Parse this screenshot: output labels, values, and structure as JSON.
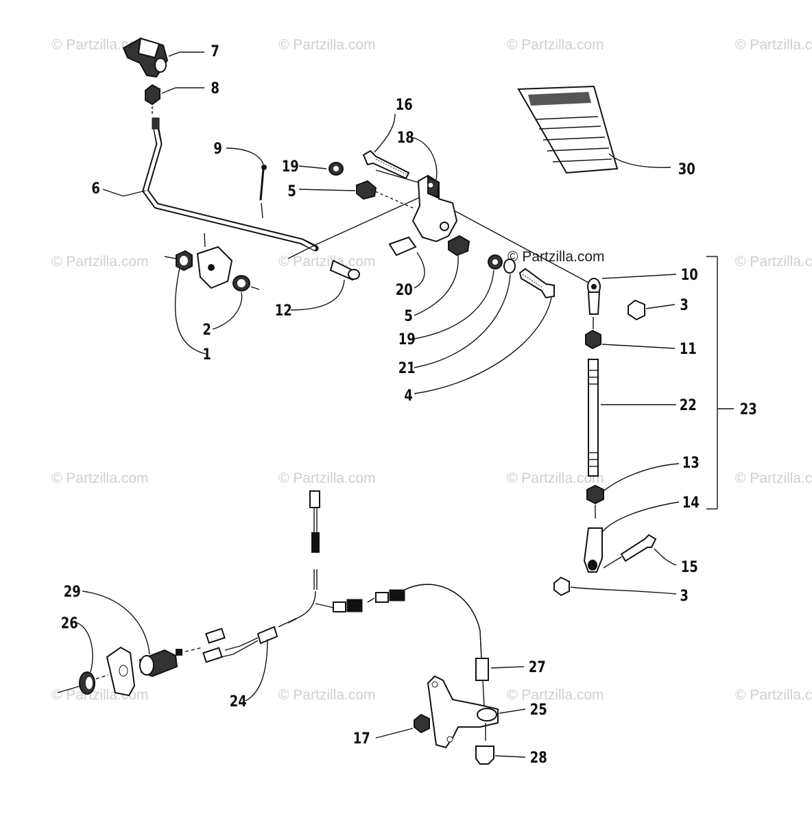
{
  "watermarks": [
    "© Partzilla.com",
    "© Partzilla.com",
    "© Partzilla.com",
    "© Partzilla.com",
    "© Partzilla.com",
    "© Partzilla.com",
    "© Partzilla.com",
    "© Partzilla.com",
    "© Partzilla.com",
    "© Partzilla.com",
    "© Partzilla.com",
    "© Partzilla.com",
    "© Partzilla.com",
    "© Partzilla.com",
    "© Partzilla.com",
    "© Partzilla.com"
  ],
  "credit": "© Partzilla.com",
  "callouts": {
    "c1": "1",
    "c2": "2",
    "c3a": "3",
    "c3b": "3",
    "c4": "4",
    "c5a": "5",
    "c5b": "5",
    "c6": "6",
    "c7": "7",
    "c8": "8",
    "c9": "9",
    "c10": "10",
    "c11": "11",
    "c12": "12",
    "c13": "13",
    "c14": "14",
    "c15": "15",
    "c16": "16",
    "c17": "17",
    "c18": "18",
    "c19a": "19",
    "c19b": "19",
    "c20": "20",
    "c21": "21",
    "c22": "22",
    "c23": "23",
    "c24": "24",
    "c25": "25",
    "c26": "26",
    "c27": "27",
    "c28": "28",
    "c29": "29",
    "c30": "30"
  }
}
